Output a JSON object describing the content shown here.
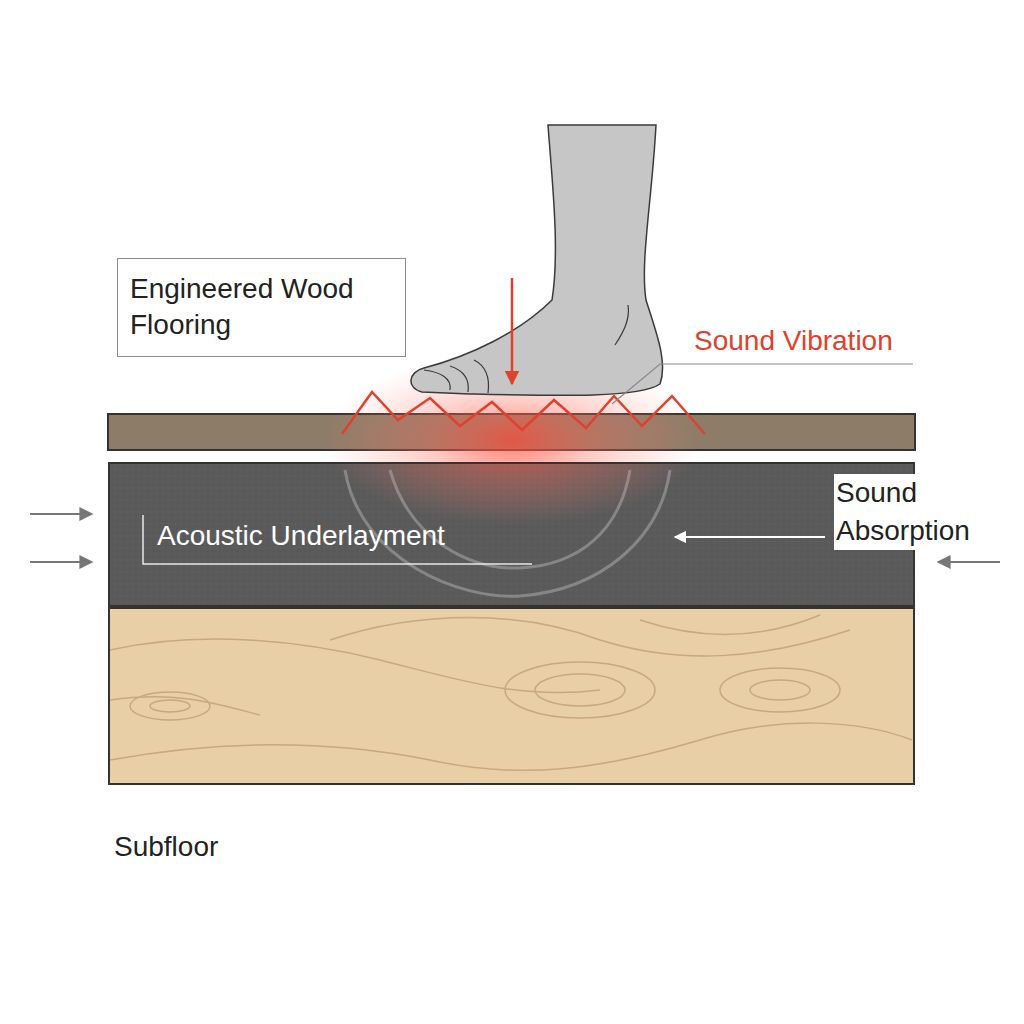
{
  "diagram": {
    "nodes": [
      {
        "text": [
          "Engineered Wood Flooring"
        ]
      },
      {
        "text": [
          "Acoustic Underlayment"
        ]
      },
      {
        "text": [
          "Subfloor"
        ]
      }
    ],
    "labels": [
      "Sound Vibration",
      "Sound Absorption"
    ]
  }
}
